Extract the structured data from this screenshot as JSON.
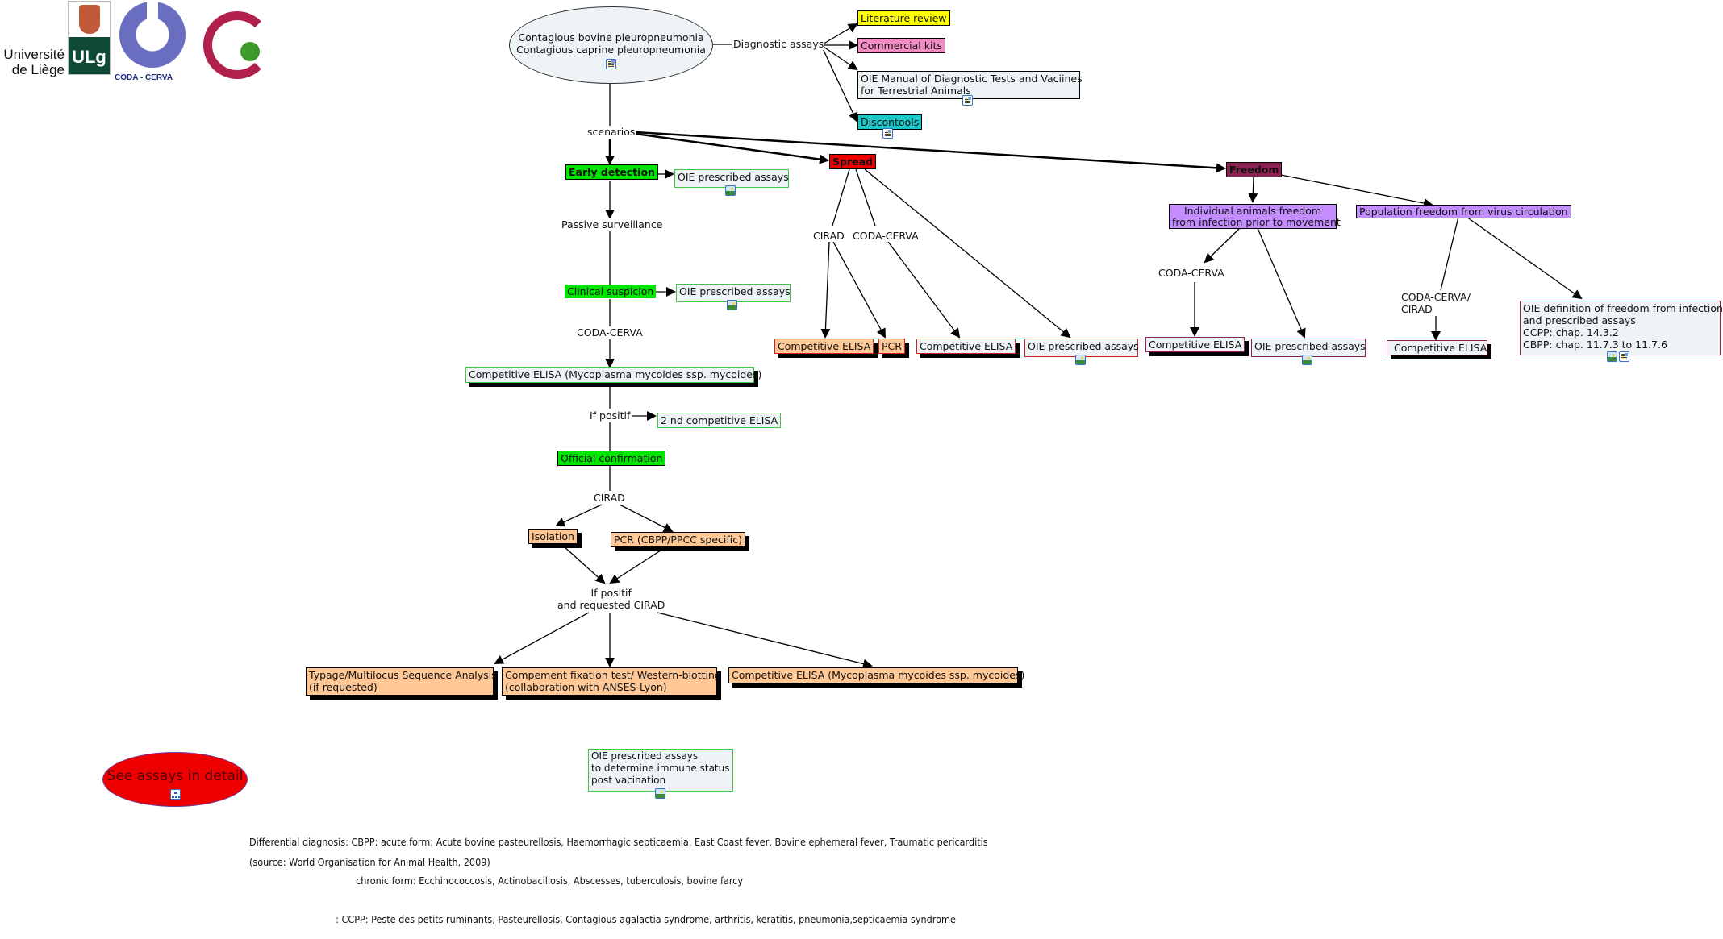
{
  "logos": {
    "ulg_text_line1": "Université",
    "ulg_text_line2": "de Liège",
    "ulg_mark": "ULg",
    "coda_caption": "CODA - CERVA"
  },
  "root": {
    "line1": "Contagious bovine pleuropneumonia",
    "line2": "Contagious caprine pleuropneumonia",
    "icon": "document-icon"
  },
  "links": {
    "diagnostic_assays": "Diagnostic assays",
    "scenarios": "scenarios",
    "passive_surveillance": "Passive surveillance",
    "coda_cerva_1": "CODA-CERVA",
    "if_positif_1": "If positif",
    "cirad_1": "CIRAD",
    "if_positif_2_line1": "If positif",
    "if_positif_2_line2": "and requested CIRAD",
    "spread_cirad": "CIRAD",
    "spread_coda": "CODA-CERVA",
    "freedom_coda": "CODA-CERVA",
    "pop_coda_line1": "CODA-CERVA/",
    "pop_coda_line2": "CIRAD"
  },
  "resources": {
    "literature_review": "Literature review",
    "commercial_kits": "Commercial kits",
    "oie_manual_line1": "OIE Manual of Diagnostic Tests and Vaciines",
    "oie_manual_line2": "for Terrestrial Animals",
    "discontools": "Discontools"
  },
  "scenarios": {
    "early_detection": "Early detection",
    "spread": "Spread",
    "freedom": "Freedom"
  },
  "early": {
    "oie_assays_1": "OIE prescribed assays",
    "clinical_suspicion": "Clinical suspicion",
    "oie_assays_2": "OIE prescribed assays",
    "competitive_elisa": "Competitive ELISA (Mycoplasma mycoides ssp. mycoides)",
    "second_elisa": "2 nd competitive ELISA",
    "official_confirmation": "Official confirmation",
    "isolation": "Isolation",
    "pcr": "PCR (CBPP/PPCC specific)",
    "typage_line1": "Typage/Multilocus Sequence Analysis",
    "typage_line2": "(if requested)",
    "cft_line1": "Compement fixation test/ Western-blotting",
    "cft_line2": "(collaboration with ANSES-Lyon)",
    "competitive_elisa_2": "Competitive ELISA (Mycoplasma mycoides ssp. mycoides)"
  },
  "spread": {
    "competitive_elisa_cirad": "Competitive ELISA",
    "pcr": "PCR",
    "competitive_elisa_coda": "Competitive ELISA",
    "oie_assays": "OIE prescribed assays"
  },
  "freedom": {
    "individual_line1": "Individual animals freedom",
    "individual_line2": "from infection prior to movement",
    "population": "Population freedom from virus circulation",
    "competitive_elisa_ind": "Competitive ELISA",
    "oie_assays_ind": "OIE prescribed assays",
    "competitive_elisa_pop": "Competitive ELISA",
    "oie_def_line1": "OIE definition of freedom from infection",
    "oie_def_line2": "and prescribed assays",
    "oie_def_line3": "CCPP: chap. 14.3.2",
    "oie_def_line4": "CBPP: chap. 11.7.3 to 11.7.6"
  },
  "see_assays": {
    "label": "See assays in detail",
    "icon": "concept-map-icon"
  },
  "vaccination": {
    "line1": "OIE prescribed assays",
    "line2": "to determine immune status",
    "line3": "post vacination"
  },
  "footnote": {
    "line1": "Differential diagnosis: CBPP: acute form: Acute bovine pasteurellosis, Haemorrhagic septicaemia, East Coast fever, Bovine ephemeral fever, Traumatic pericarditis",
    "line2": "                                     chronic form: Ecchinococcosis, Actinobacillosis, Abscesses, tuberculosis, bovine farcy",
    "line3": "                              : CCPP: Peste des petits ruminants, Pasteurellosis, Contagious agalactia syndrome, arthritis, keratitis, pneumonia,septicaemia syndrome",
    "source": "(source: World Organisation for Animal Health, 2009)"
  },
  "colors": {
    "green_scenario": "#00e600",
    "spread_red": "#ee0000",
    "freedom_maroon": "#8b2252",
    "purple_box": "#c38cff",
    "peach": "#ffc896",
    "yellow": "#ffff00",
    "pink": "#f48cc4",
    "teal": "#18c8c8",
    "light_box": "#eef3f5",
    "see_assays_red": "#ee0000"
  }
}
